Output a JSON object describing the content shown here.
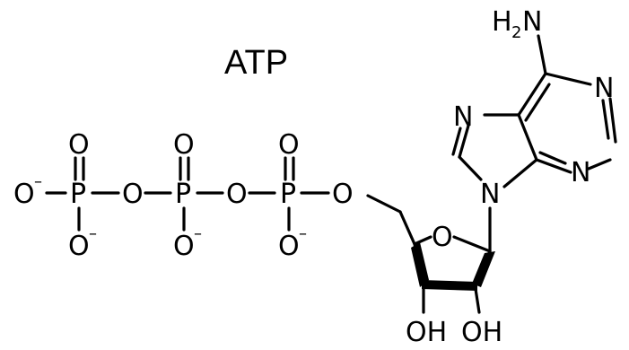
{
  "title": "ATP",
  "phosphates": [
    {
      "atom": "P",
      "oxygen_top": "O",
      "oxygen_bottom": "O",
      "charge": "–"
    },
    {
      "atom": "P",
      "oxygen_top": "O",
      "oxygen_bottom": "O",
      "charge": "–"
    },
    {
      "atom": "P",
      "oxygen_top": "O",
      "oxygen_bottom": "O",
      "charge": "–"
    }
  ],
  "terminal_oxygen": "O",
  "terminal_charge": "–",
  "bridge_oxygens": [
    "O",
    "O",
    "O"
  ],
  "ribose": {
    "ring_oxygen": "O",
    "hydroxyls": [
      "OH",
      "OH"
    ]
  },
  "adenine": {
    "amine": "H",
    "amine_sub": "2",
    "amine_n": "N",
    "nitrogens": [
      "N",
      "N",
      "N",
      "N"
    ]
  }
}
